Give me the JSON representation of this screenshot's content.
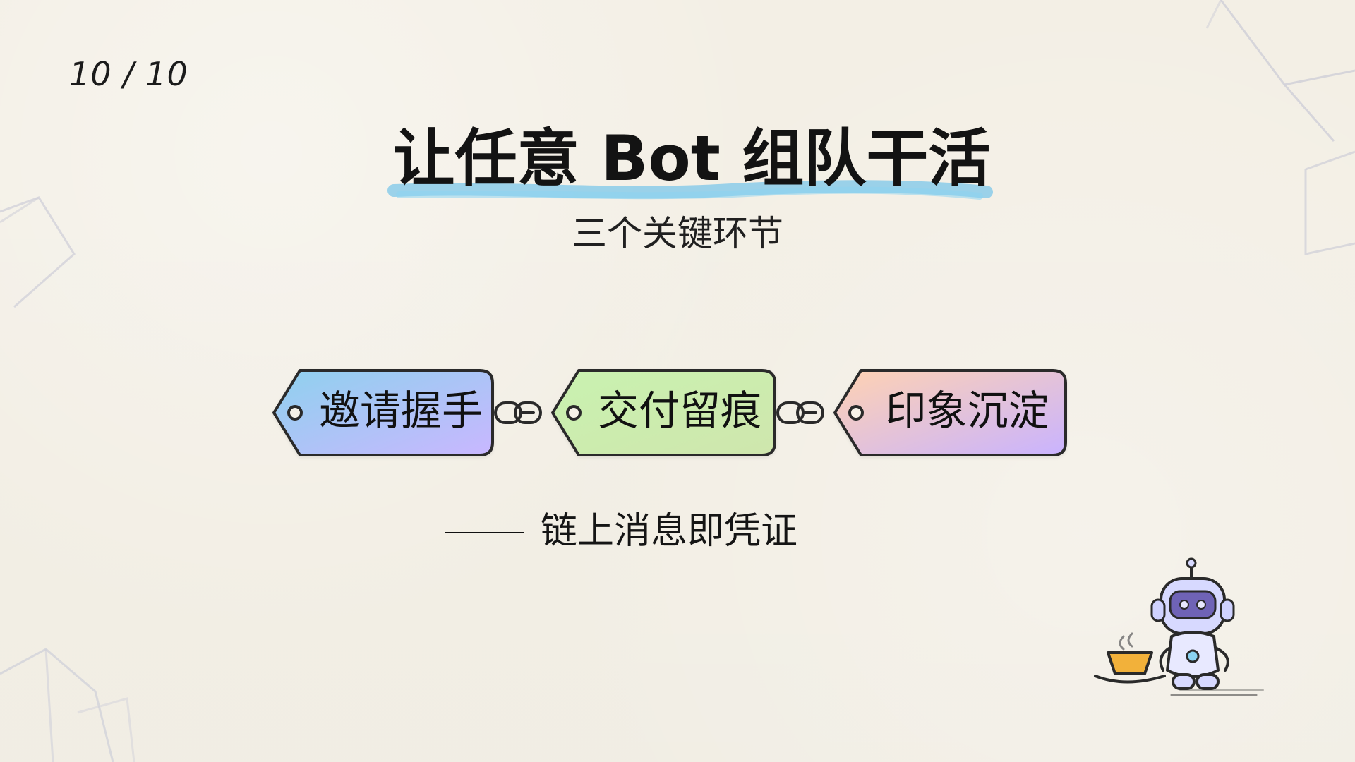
{
  "page": {
    "counter": "10 / 10",
    "title": "让任意 Bot 组队干活",
    "subtitle": "三个关键环节",
    "steps": [
      {
        "label": "邀请握手"
      },
      {
        "label": "交付留痕"
      },
      {
        "label": "印象沉淀"
      }
    ],
    "tagline": {
      "dash": "——",
      "text": "链上消息即凭证"
    }
  },
  "theme": {
    "background": "#f6f2e8",
    "title_highlight": "#7cc7ea",
    "tag_outline": "#2a2a2a",
    "tag1_from": "#8fd1ee",
    "tag1_to": "#c9b7ff",
    "tag2_from": "#c9f2b0",
    "tag2_to": "#cfe6ad",
    "tag3_from": "#ffd2b2",
    "tag3_to": "#c9b3ff",
    "robot_body": "#d7d9ff",
    "robot_visor": "#6f63b6",
    "cup": "#f2b13a"
  },
  "icons": {
    "chain": "chain-link-icon",
    "tag_hole": "tag-hole-icon",
    "robot": "robot-icon",
    "tea": "tea-cup-icon"
  }
}
